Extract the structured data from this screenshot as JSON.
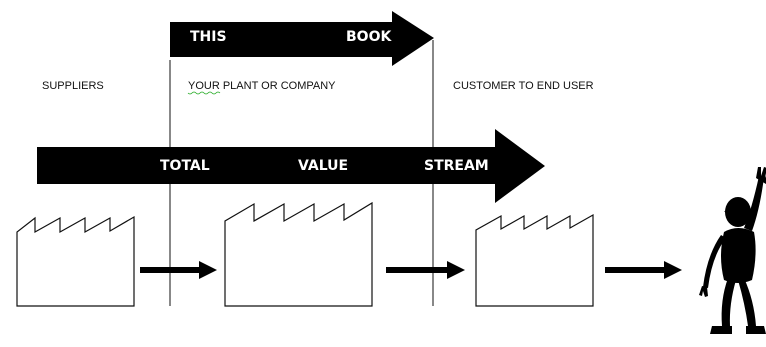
{
  "colors": {
    "arrow_fill": "#000000",
    "arrow_text": "#ffffff",
    "line": "#111111",
    "background": "#ffffff"
  },
  "top_arrow": {
    "left_label": "THIS",
    "right_label": "BOOK"
  },
  "section_labels": {
    "suppliers": "SUPPLIERS",
    "plant": "YOUR PLANT OR COMPANY",
    "customer": "CUSTOMER TO END USER"
  },
  "main_arrow": {
    "word1": "TOTAL",
    "word2": "VALUE",
    "word3": "STREAM"
  },
  "icons": [
    "supplier-factory-icon",
    "plant-factory-icon",
    "customer-factory-icon",
    "end-user-figure-icon"
  ]
}
